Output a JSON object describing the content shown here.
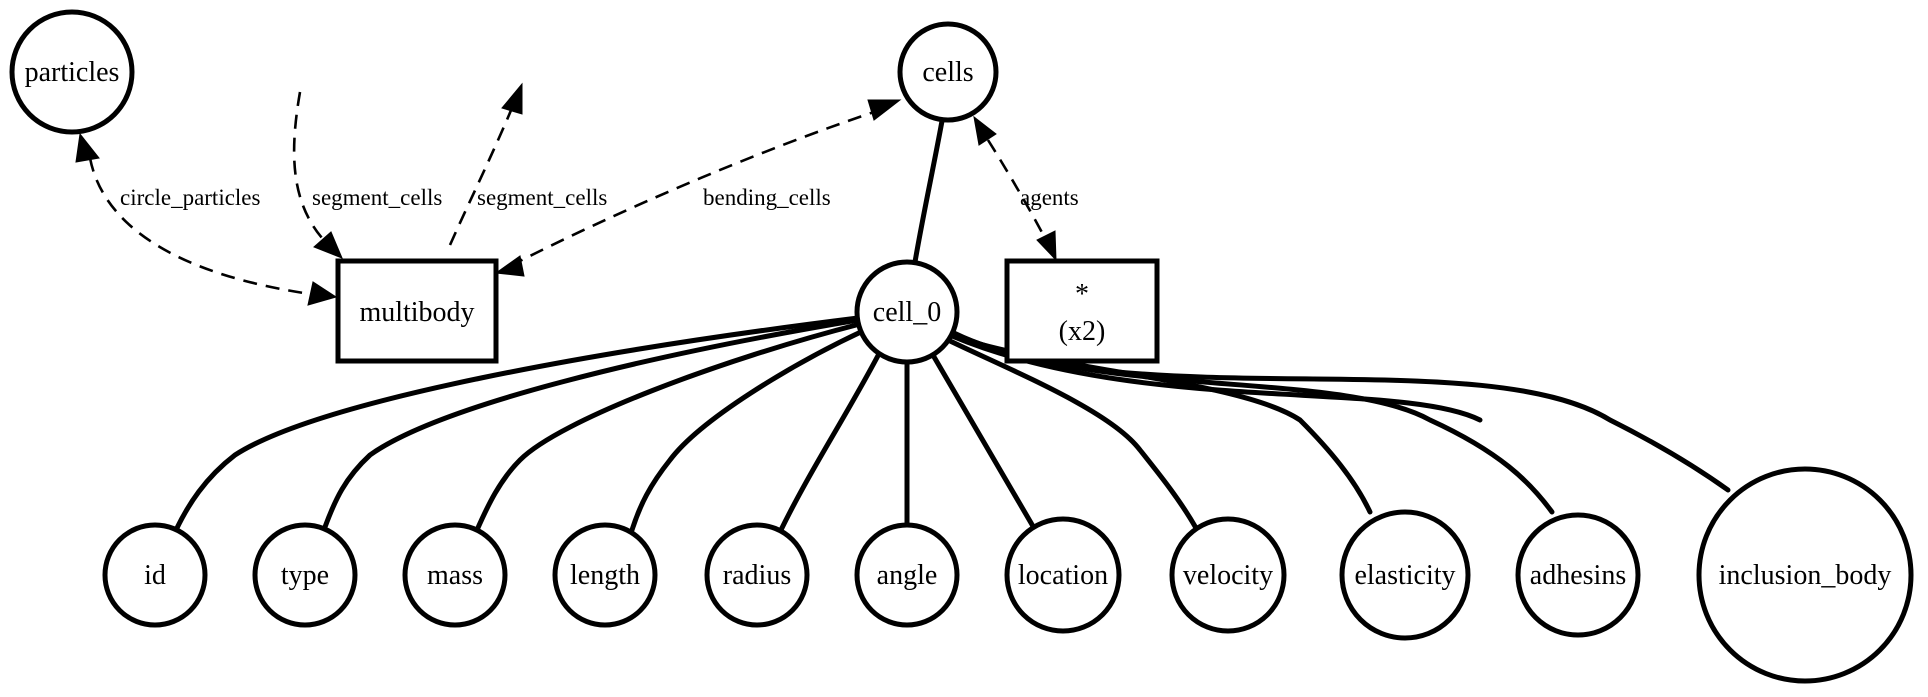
{
  "nodes": {
    "particles": "particles",
    "cells": "cells",
    "cell_0": "cell_0",
    "multibody": "multibody",
    "agents_group_line1": "*",
    "agents_group_line2": "(x2)",
    "id": "id",
    "type": "type",
    "mass": "mass",
    "length": "length",
    "radius": "radius",
    "angle": "angle",
    "location": "location",
    "velocity": "velocity",
    "elasticity": "elasticity",
    "adhesins": "adhesins",
    "inclusion_body": "inclusion_body"
  },
  "edges": {
    "circle_particles": "circle_particles",
    "segment_cells_in": "segment_cells",
    "segment_cells_out": "segment_cells",
    "bending_cells": "bending_cells",
    "agents": "agents"
  },
  "styles": {
    "node_fill": "#ffffff",
    "stroke": "#000000",
    "background": "#ffffff"
  }
}
